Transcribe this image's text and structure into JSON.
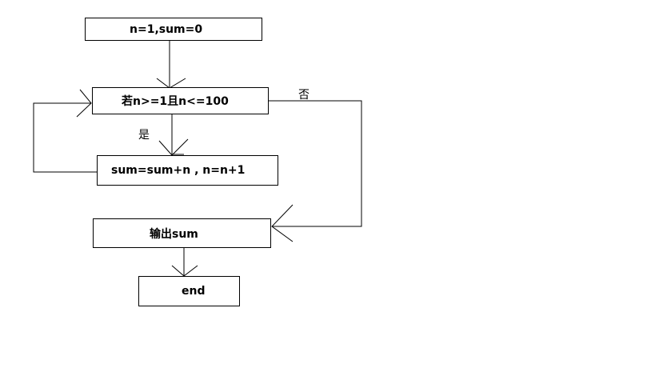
{
  "flowchart": {
    "init_box": "n=1,sum=0",
    "condition_box": "若n>=1且n<=100",
    "body_box": "sum=sum+n , n=n+1",
    "output_box": "输出sum",
    "end_box": "end",
    "yes_label": "是",
    "no_label": "否"
  },
  "colors": {
    "line": "#000000",
    "box_border": "#000000",
    "background": "#ffffff"
  }
}
